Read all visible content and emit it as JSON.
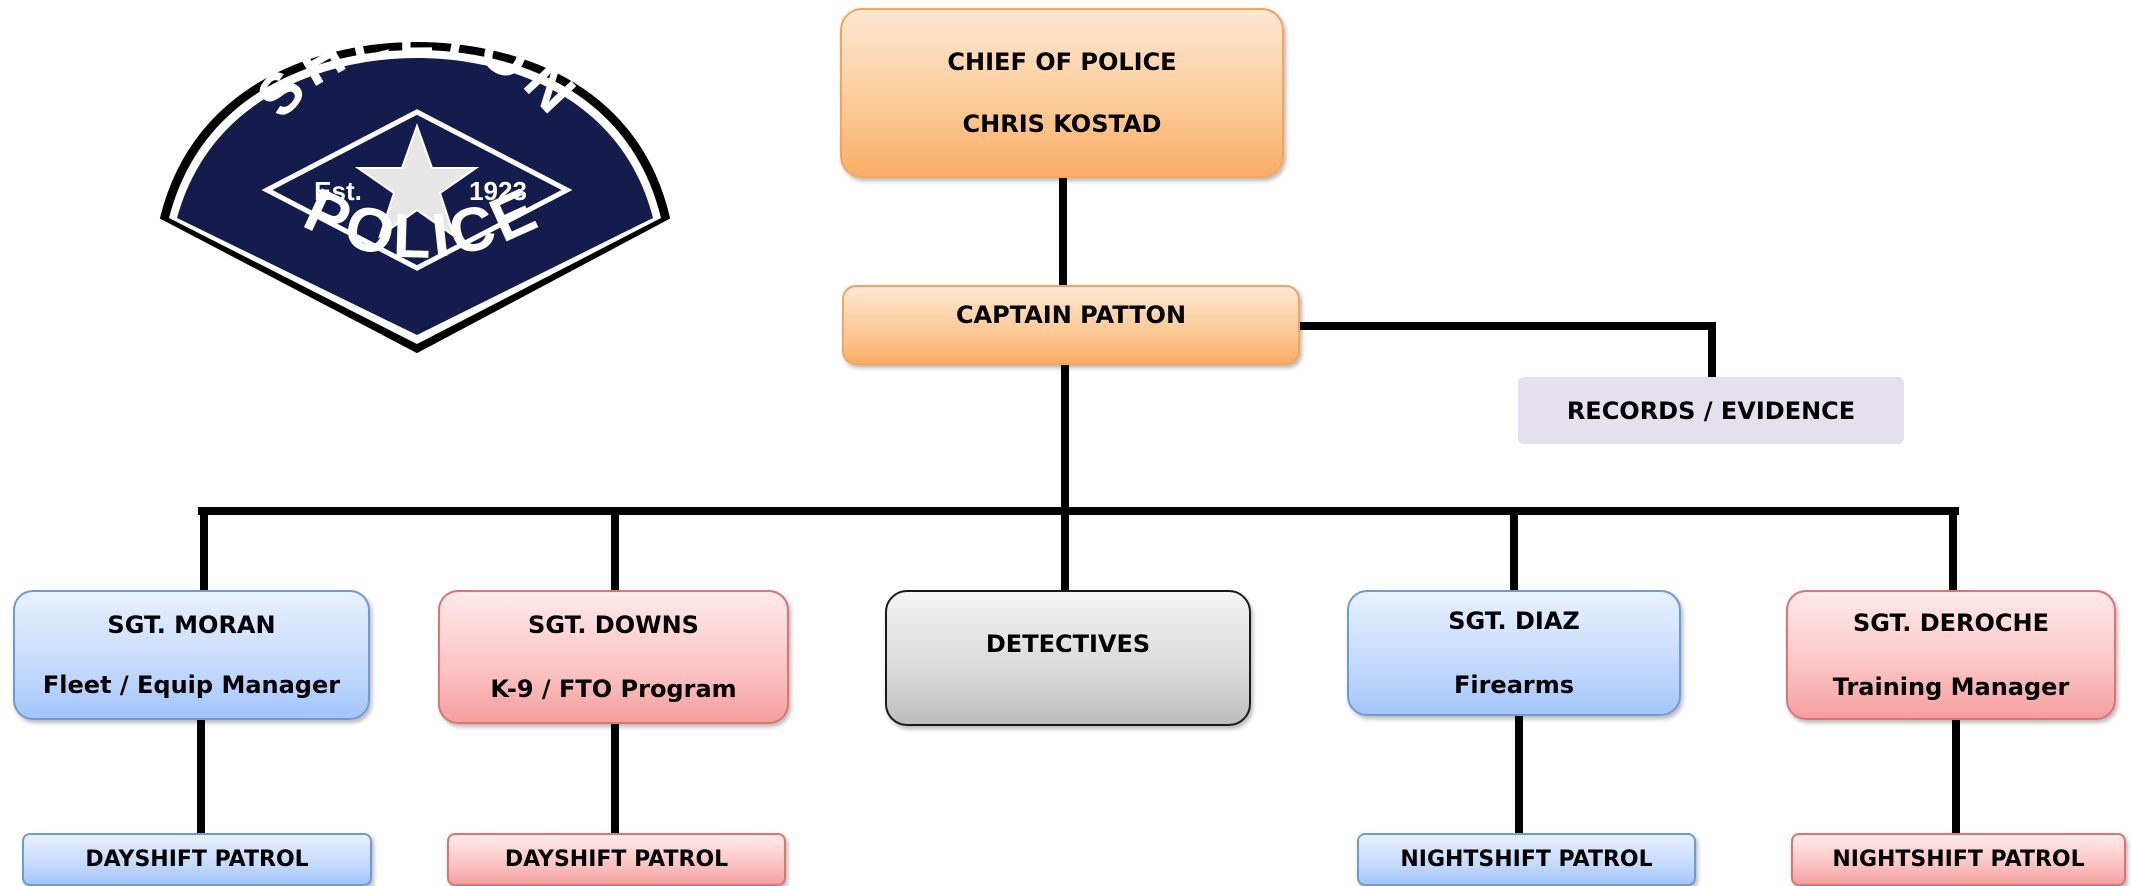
{
  "logo": {
    "top_text": "SHELTON",
    "bottom_text": "POLICE",
    "est_label": "Est.",
    "year": "1923"
  },
  "nodes": {
    "chief": {
      "title": "CHIEF OF POLICE",
      "name": "CHRIS KOSTAD"
    },
    "captain": {
      "title": "CAPTAIN PATTON"
    },
    "records": {
      "title": "RECORDS / EVIDENCE"
    },
    "moran": {
      "title": "SGT. MORAN",
      "role": "Fleet / Equip Manager"
    },
    "downs": {
      "title": "SGT. DOWNS",
      "role": "K-9 / FTO Program"
    },
    "detectives": {
      "title": "DETECTIVES"
    },
    "diaz": {
      "title": "SGT. DIAZ",
      "role": "Firearms"
    },
    "deroche": {
      "title": "SGT. DEROCHE",
      "role": "Training Manager"
    },
    "patrol_moran": {
      "title": "DAYSHIFT PATROL"
    },
    "patrol_downs": {
      "title": "DAYSHIFT PATROL"
    },
    "patrol_diaz": {
      "title": "NIGHTSHIFT PATROL"
    },
    "patrol_deroche": {
      "title": "NIGHTSHIFT PATROL"
    }
  },
  "colors": {
    "line": "#000000",
    "badge_fill": "#141c4e",
    "badge_border": "#ffffff",
    "badge_outer": "#000000"
  }
}
